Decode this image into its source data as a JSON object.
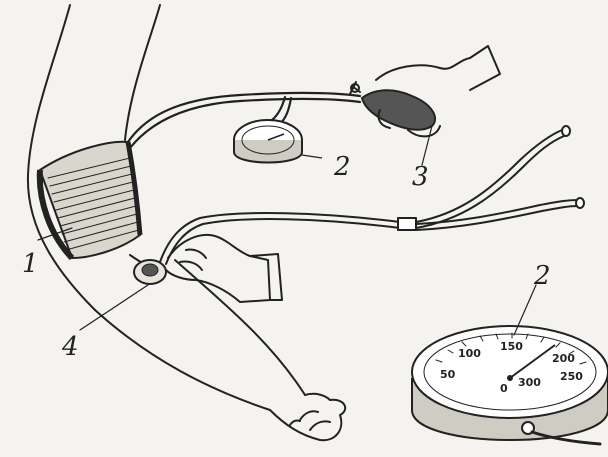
{
  "labels": {
    "cuff": "1",
    "gauge_top": "2",
    "bulb": "3",
    "stethoscope_head": "4",
    "gauge_large": "2"
  },
  "dial": {
    "ticks": [
      "100",
      "150",
      "200",
      "50",
      "0",
      "300",
      "250"
    ]
  },
  "colors": {
    "paper": "#f4f3ef",
    "ink": "#222222"
  }
}
